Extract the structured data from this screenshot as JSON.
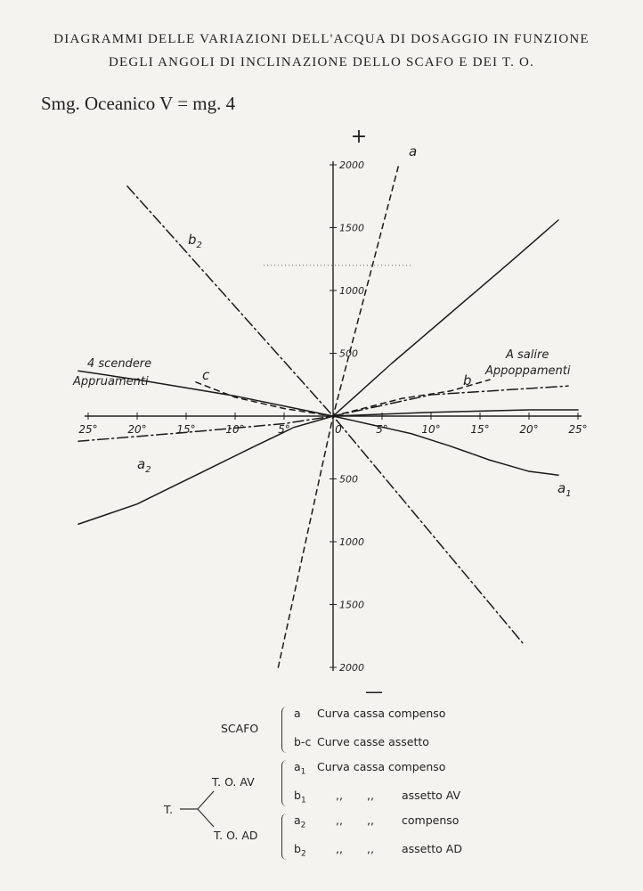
{
  "header": {
    "title_line1": "DIAGRAMMI DELLE VARIAZIONI DELL'ACQUA DI DOSAGGIO IN FUNZIONE",
    "title_line2": "DEGLI ANGOLI DI INCLINAZIONE DELLO SCAFO E DEI T. O.",
    "subtitle": "Smg. Oceanico V = mg. 4"
  },
  "chart_data": {
    "type": "line",
    "x_ticks": [
      -25,
      -20,
      -15,
      -10,
      -5,
      0,
      5,
      10,
      15,
      20,
      25
    ],
    "x_tick_labels": [
      "25°",
      "20°",
      "15°",
      "10°",
      "5°",
      "0",
      "5°",
      "10°",
      "15°",
      "20°",
      "25°"
    ],
    "y_ticks": [
      2000,
      1500,
      1000,
      500,
      -500,
      -1000,
      -1500,
      -2000
    ],
    "y_tick_labels": [
      "2000",
      "1500",
      "1000",
      "500",
      "500",
      "1000",
      "1500",
      "2000"
    ],
    "xlim": [
      -25,
      25
    ],
    "ylim": [
      -2000,
      2000
    ],
    "y_sign_top": "+",
    "y_sign_bottom": "—",
    "annotations": {
      "left_line1": "4 scendere",
      "left_line2": "Appruamenti",
      "right_line1": "A salire",
      "right_line2": "Appoppamenti"
    },
    "series": [
      {
        "name": "a",
        "style": "dashed",
        "x": [
          -5.6,
          0,
          6.7
        ],
        "y": [
          -2000,
          0,
          2000
        ]
      },
      {
        "name": "b",
        "style": "dashed",
        "x": [
          0,
          3,
          7,
          12,
          16
        ],
        "y": [
          0,
          60,
          140,
          200,
          290
        ]
      },
      {
        "name": "c",
        "style": "dashed",
        "x": [
          -14,
          -10,
          -5,
          0
        ],
        "y": [
          270,
          150,
          60,
          0
        ]
      },
      {
        "name": "b2",
        "style": "dashdot",
        "x": [
          -21,
          0,
          19.5
        ],
        "y": [
          1830,
          0,
          -1820
        ]
      },
      {
        "name": "a1",
        "style": "solid",
        "x": [
          -26,
          -20,
          -14,
          -8,
          -4,
          0,
          4,
          8,
          12,
          16,
          20,
          23
        ],
        "y": [
          -860,
          -700,
          -470,
          -240,
          -90,
          0,
          -70,
          -140,
          -240,
          -350,
          -440,
          -470
        ]
      },
      {
        "name": "",
        "style": "solid",
        "x": [
          0,
          6,
          12,
          18,
          23
        ],
        "y": [
          0,
          420,
          820,
          1220,
          1560
        ]
      },
      {
        "name": "",
        "style": "solid",
        "x": [
          -26,
          -20,
          -10,
          0,
          10,
          20,
          25
        ],
        "y": [
          360,
          290,
          160,
          0,
          30,
          50,
          50
        ]
      },
      {
        "name": "a2",
        "style": "dashdot",
        "x": [
          -26,
          -15,
          -5,
          0
        ],
        "y": [
          -200,
          -130,
          -60,
          0
        ]
      },
      {
        "name": "",
        "style": "dashdot",
        "x": [
          0,
          10,
          20,
          24
        ],
        "y": [
          0,
          170,
          220,
          240
        ]
      }
    ]
  },
  "legend": {
    "scafo_label": "SCAFO",
    "scafo_rows": [
      {
        "code": "a",
        "text": "Curva cassa compenso"
      },
      {
        "code": "b-c",
        "text": "Curve casse assetto"
      }
    ],
    "t_label": "T.",
    "to_av_label": "T. O. AV",
    "to_ad_label": "T. O. AD",
    "av_rows": [
      {
        "code": "a1",
        "text": "Curva cassa compenso"
      },
      {
        "code": "b1",
        "ditto1": ",,",
        "ditto2": ",,",
        "text": "assetto AV"
      }
    ],
    "ad_rows": [
      {
        "code": "a2",
        "ditto1": ",,",
        "ditto2": ",,",
        "text": "compenso"
      },
      {
        "code": "b2",
        "ditto1": ",,",
        "ditto2": ",,",
        "text": "assetto AD"
      }
    ]
  }
}
